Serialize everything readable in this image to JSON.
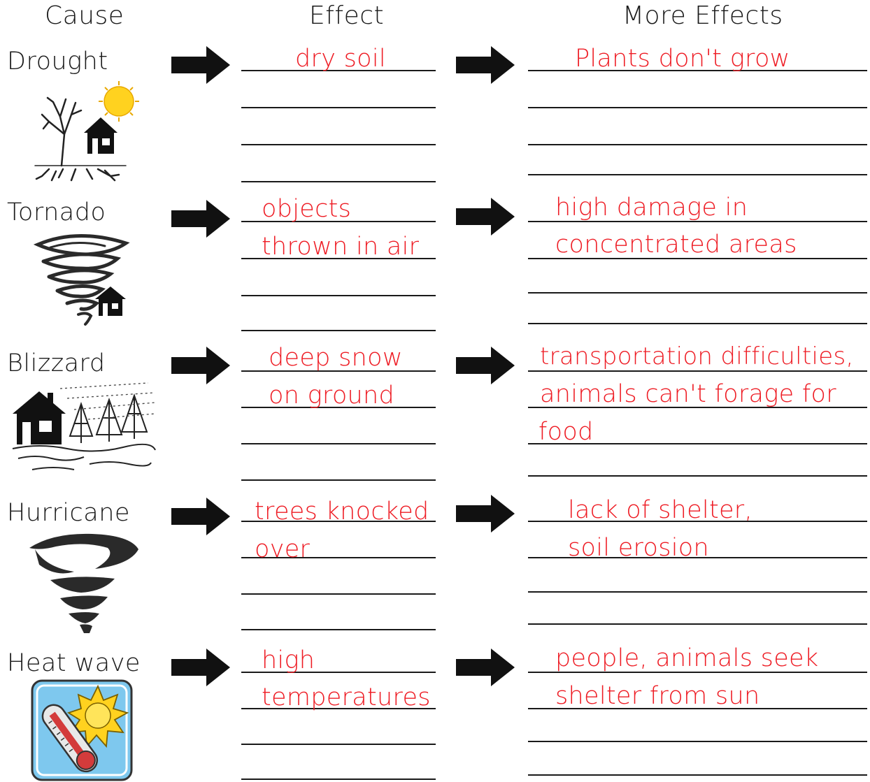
{
  "headers": {
    "cause": "Cause",
    "effect": "Effect",
    "more": "More Effects"
  },
  "colors": {
    "text": "#1a1a1a",
    "answer": "#ee1c24",
    "sky": "#7ec8ee",
    "sun": "#ffd21f",
    "thermo": "#d33b3b"
  },
  "rows": [
    {
      "cause": "Drought",
      "icon": "drought-tree-sun-house-icon",
      "effect": [
        "dry soil"
      ],
      "more": [
        "Plants don't grow"
      ]
    },
    {
      "cause": "Tornado",
      "icon": "tornado-house-icon",
      "effect": [
        "objects",
        "thrown in air"
      ],
      "more": [
        "high damage in",
        "concentrated areas"
      ]
    },
    {
      "cause": "Blizzard",
      "icon": "blizzard-house-trees-icon",
      "effect": [
        "deep snow",
        "on ground"
      ],
      "more": [
        "transportation difficulties,",
        "animals can't forage for",
        "food"
      ]
    },
    {
      "cause": "Hurricane",
      "icon": "hurricane-icon",
      "effect": [
        "trees knocked",
        "over"
      ],
      "more": [
        "lack of shelter,",
        "soil erosion"
      ]
    },
    {
      "cause": "Heat wave",
      "icon": "thermometer-sun-icon",
      "effect": [
        "high",
        "temperatures"
      ],
      "more": [
        "people, animals seek",
        "shelter from sun"
      ]
    }
  ]
}
